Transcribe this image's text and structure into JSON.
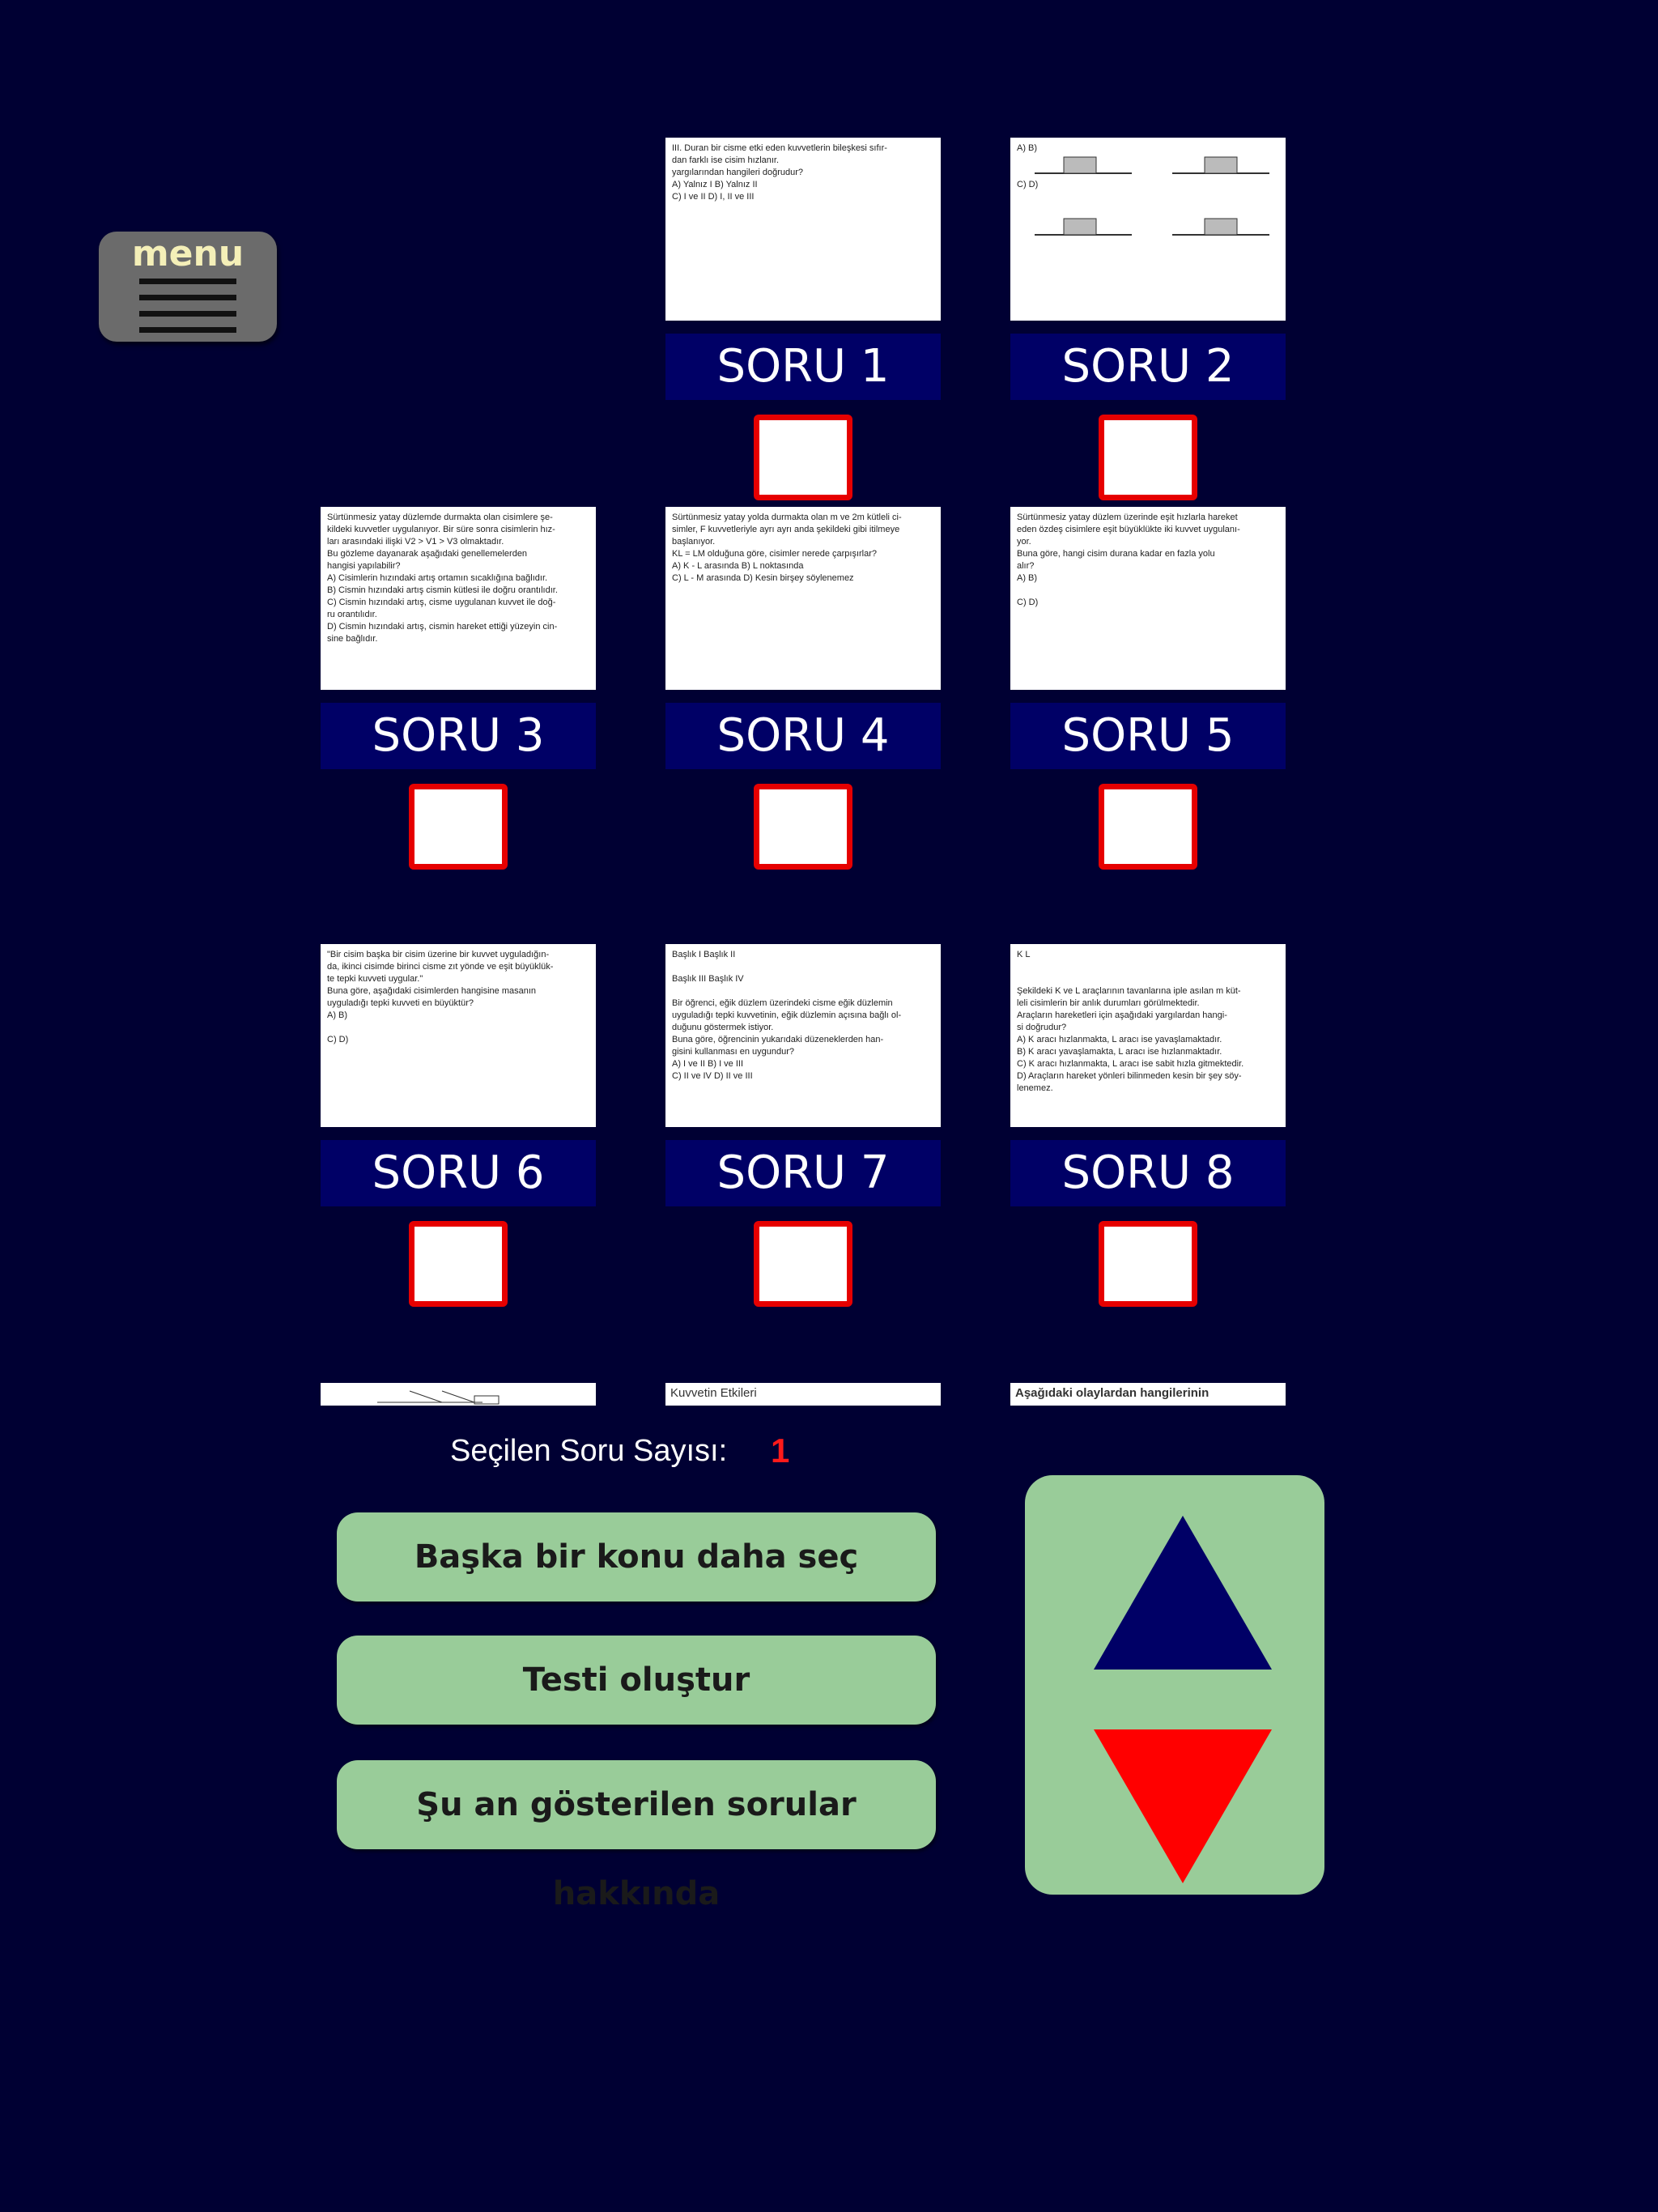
{
  "menu": {
    "label": "menu"
  },
  "questions": [
    {
      "label": "SORU 1",
      "checked": false,
      "preview": "III. Duran bir cisme etki eden kuvvetlerin bileşkesi sıfır-\ndan farklı ise cisim hızlanır.\nyargılarından hangileri doğrudur?\nA) Yalnız I        B) Yalnız II\nC) I ve II         D) I, II ve III"
    },
    {
      "label": "SORU 2",
      "checked": false,
      "preview": "A)            B)\n\n\nC)            D)"
    },
    {
      "label": "SORU 3",
      "checked": false,
      "preview": "Sürtünmesiz yatay düzlemde durmakta olan cisimlere şe-\nkildeki kuvvetler uygulanıyor. Bir süre sonra cisimlerin hız-\nları arasındaki ilişki V2 > V1 > V3 olmaktadır.\nBu gözleme dayanarak aşağıdaki genellemelerden\nhangisi yapılabilir?\nA) Cisimlerin hızındaki artış ortamın sıcaklığına bağlıdır.\nB) Cismin hızındaki artış cismin kütlesi ile doğru orantılıdır.\nC) Cismin hızındaki artış, cisme uygulanan kuvvet ile doğ-\nru orantılıdır.\nD) Cismin hızındaki artış, cismin hareket ettiği yüzeyin cin-\nsine bağlıdır."
    },
    {
      "label": "SORU 4",
      "checked": false,
      "preview": "Sürtünmesiz yatay yolda durmakta olan m ve 2m kütleli ci-\nsimler, F kuvvetleriyle ayrı ayrı anda şekildeki gibi itilmeye\nbaşlanıyor.\nKL = LM olduğuna göre, cisimler nerede çarpışırlar?\nA) K - L arasında      B) L noktasında\nC) L - M arasında      D) Kesin birşey söylenemez"
    },
    {
      "label": "SORU 5",
      "checked": false,
      "preview": "Sürtünmesiz yatay düzlem üzerinde eşit hızlarla hareket\neden özdeş cisimlere eşit büyüklükte iki kuvvet uygulanı-\nyor.\nBuna göre, hangi cisim durana kadar en fazla yolu\nalır?\nA)            B)\n\nC)            D)"
    },
    {
      "label": "SORU 6",
      "checked": false,
      "preview": "\"Bir cisim başka bir cisim üzerine bir kuvvet uyguladığın-\nda, ikinci cisimde birinci cisme zıt yönde ve eşit büyüklük-\nte tepki kuvveti uygular.\"\nBuna göre, aşağıdaki cisimlerden hangisine masanın\nuyguladığı tepki kuvveti en büyüktür?\nA)            B)\n\nC)            D)"
    },
    {
      "label": "SORU 7",
      "checked": false,
      "preview": "Başlık I          Başlık II\n\nBaşlık III        Başlık IV\n\nBir öğrenci, eğik düzlem üzerindeki cisme eğik düzlemin\nuyguladığı tepki kuvvetinin, eğik düzlemin açısına bağlı ol-\nduğunu göstermek istiyor.\nBuna göre, öğrencinin yukarıdaki düzeneklerden han-\ngisini kullanması en uygundur?\nA) I ve II         B) I ve III\nC) II ve IV        D) II ve III"
    },
    {
      "label": "SORU 8",
      "checked": false,
      "preview": "K                    L\n\n\nŞekildeki K ve L araçlarının tavanlarına iple asılan m küt-\nleli cisimlerin bir anlık durumları görülmektedir.\nAraçların hareketleri için aşağıdaki yargılardan hangi-\nsi doğrudur?\nA) K aracı hızlanmakta, L aracı ise yavaşlamaktadır.\nB) K aracı yavaşlamakta, L aracı ise hızlanmaktadır.\nC) K aracı hızlanmakta, L aracı ise sabit hızla gitmektedir.\nD) Araçların hareket yönleri bilinmeden kesin bir şey söy-\nlenemez."
    }
  ],
  "peek": [
    {
      "text": ""
    },
    {
      "text": "Kuvvetin Etkileri"
    },
    {
      "text": "Aşağıdaki olaylardan hangilerinin gerçekleşme-"
    }
  ],
  "selection": {
    "label": "Seçilen Soru Sayısı:",
    "count": "1"
  },
  "actions": {
    "another_topic": "Başka bir konu daha seç",
    "create_test": "Testi oluştur",
    "about_shown": "Şu an gösterilen sorular hakkında"
  },
  "colors": {
    "background": "#000033",
    "label_bg": "#000066",
    "checkbox_border": "#e60000",
    "button_green": "#99cc99",
    "arrow_up": "#000066",
    "arrow_down": "#ff0000",
    "count_red": "#ff1a1a"
  },
  "icons": {
    "menu": "hamburger-icon",
    "scroll_up": "triangle-up-icon",
    "scroll_down": "triangle-down-icon"
  }
}
